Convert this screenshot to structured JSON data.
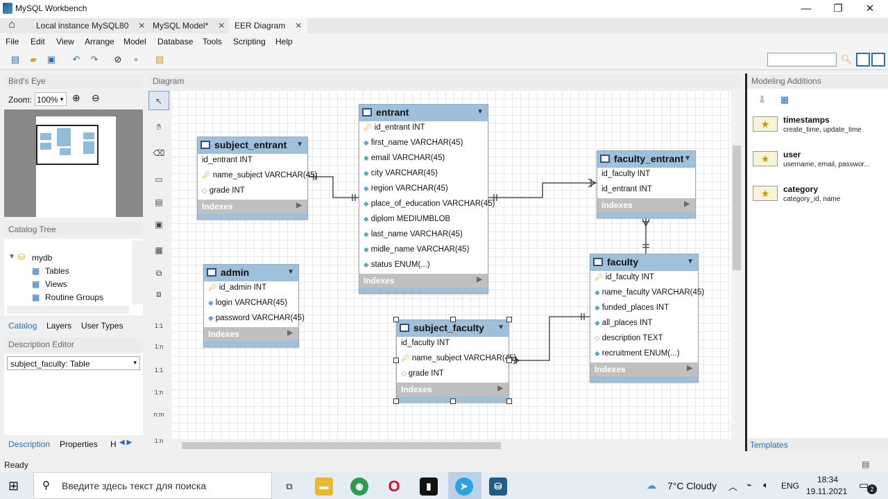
{
  "window": {
    "title": "MySQL Workbench"
  },
  "tabs": [
    {
      "label": "Local instance MySQL80"
    },
    {
      "label": "MySQL Model*"
    },
    {
      "label": "EER Diagram"
    }
  ],
  "menu": [
    "File",
    "Edit",
    "View",
    "Arrange",
    "Model",
    "Database",
    "Tools",
    "Scripting",
    "Help"
  ],
  "left": {
    "birds_eye": "Bird's Eye",
    "zoom_label": "Zoom:",
    "zoom_value": "100%",
    "catalog_tree": "Catalog Tree",
    "db": "mydb",
    "tree": [
      "Tables",
      "Views",
      "Routine Groups"
    ],
    "tabs": [
      "Catalog",
      "Layers",
      "User Types"
    ],
    "desc_editor": "Description Editor",
    "desc_select": "subject_faculty: Table",
    "bottom_tabs": [
      "Description",
      "Properties",
      "H"
    ]
  },
  "diagram_label": "Diagram",
  "tables": {
    "entrant": {
      "name": "entrant",
      "cols": [
        "id_entrant INT",
        "first_name VARCHAR(45)",
        "email VARCHAR(45)",
        "city VARCHAR(45)",
        "region VARCHAR(45)",
        "place_of_education VARCHAR(45)",
        "diplom MEDIUMBLOB",
        "last_name VARCHAR(45)",
        "midle_name VARCHAR(45)",
        "status ENUM(...)"
      ]
    },
    "subject_entrant": {
      "name": "subject_entrant",
      "cols": [
        "id_entrant INT",
        "name_subject VARCHAR(45)",
        "grade INT"
      ]
    },
    "faculty_entrant": {
      "name": "faculty_entrant",
      "cols": [
        "id_faculty INT",
        "id_entrant INT"
      ]
    },
    "admin": {
      "name": "admin",
      "cols": [
        "id_admin INT",
        "login VARCHAR(45)",
        "password VARCHAR(45)"
      ]
    },
    "faculty": {
      "name": "faculty",
      "cols": [
        "id_faculty INT",
        "name_faculty VARCHAR(45)",
        "funded_places INT",
        "all_places INT",
        "description TEXT",
        "recruitment ENUM(...)"
      ]
    },
    "subject_faculty": {
      "name": "subject_faculty",
      "cols": [
        "id_faculty INT",
        "name_subject VARCHAR(45)",
        "grade INT"
      ]
    },
    "indexes": "Indexes"
  },
  "tool_labels": [
    "1:1",
    "1:n",
    "1:1",
    "1:n",
    "n:m",
    "1:n"
  ],
  "right": {
    "header": "Modeling Additions",
    "items": [
      {
        "name": "timestamps",
        "desc": "create_time, update_time"
      },
      {
        "name": "user",
        "desc": "username, email, passwor..."
      },
      {
        "name": "category",
        "desc": "category_id, name"
      }
    ],
    "templates_tab": "Templates"
  },
  "status": "Ready",
  "taskbar": {
    "search": "Введите здесь текст для поиска",
    "weather": "7°C  Cloudy",
    "lang": "ENG",
    "time": "18:34",
    "date": "19.11.2021",
    "notif": "2"
  }
}
